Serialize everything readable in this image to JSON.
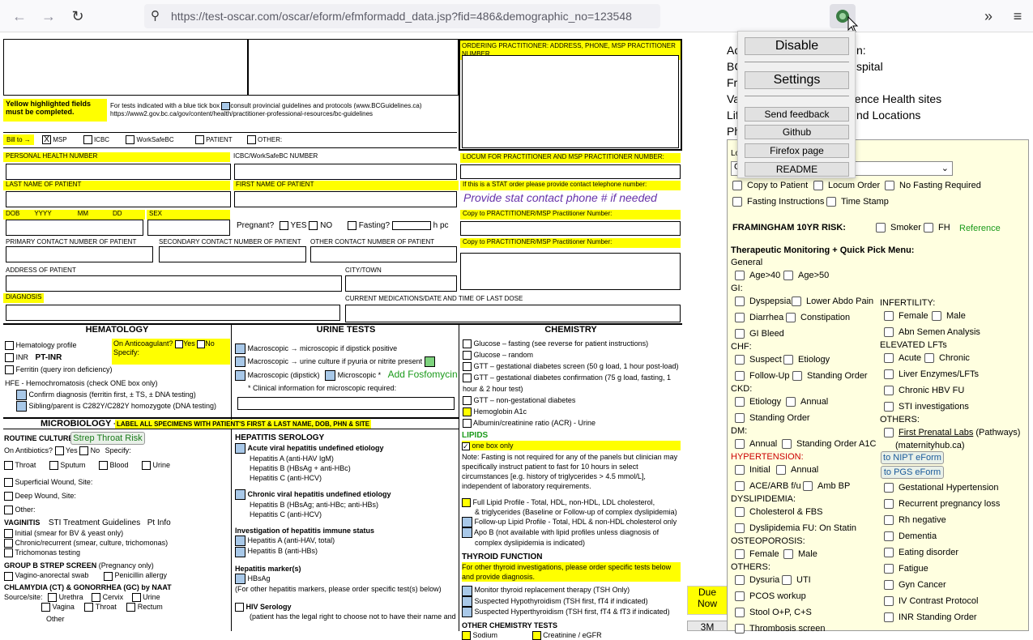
{
  "browser": {
    "url": "https://test-oscar.com/oscar/eform/efmformadd_data.jsp?fid=486&demographic_no=123548"
  },
  "popup": {
    "disable": "Disable",
    "settings": "Settings",
    "send_feedback": "Send feedback",
    "github": "Github",
    "firefox_page": "Firefox page",
    "readme": "README"
  },
  "behind": {
    "l1": "Ac",
    "l1b": "n:",
    "l2": "BC",
    "l2b": "spital",
    "l3": "Fr",
    "l4": "Va",
    "l4b": "dence Health sites",
    "l5": "Lif",
    "l5b": "nd Locations",
    "l6": "Ph",
    "l7": "Lo",
    "l7b": "C"
  },
  "form": {
    "ordering": "ORDERING PRACTITIONER: ADDRESS, PHONE, MSP PRACTITIONER NUMBER",
    "yellow_note": "Yellow highlighted fields must be completed.",
    "blue_tick1": "For tests indicated with a blue tick box",
    "blue_tick2": "consult provincial guidelines and protocols (www.BCGuidelines.ca)",
    "blue_tick3": "https://www2.gov.bc.ca/gov/content/health/practitioner-professional-resources/bc-guidelines",
    "bill_to": "Bill to →",
    "msp": "MSP",
    "icbc": "ICBC",
    "wsbc": "WorkSafeBC",
    "patient": "PATIENT",
    "other": "OTHER:",
    "phn": "PERSONAL HEALTH NUMBER",
    "icbc_no": "ICBC/WorkSafeBC NUMBER",
    "locum": "LOCUM FOR PRACTITIONER AND MSP PRACTITIONER NUMBER:",
    "last": "LAST NAME OF PATIENT",
    "first": "FIRST NAME OF PATIENT",
    "stat": "If this is a STAT order please provide contact telephone number:",
    "stat_ph": "Provide stat contact phone # if needed",
    "dob": "DOB",
    "yyyy": "YYYY",
    "mm": "MM",
    "dd": "DD",
    "sex": "SEX",
    "pregnant": "Pregnant?",
    "yes": "YES",
    "no": "NO",
    "fasting": "Fasting?",
    "hpc": "h pc",
    "copy1": "Copy to PRACTITIONER/MSP Practitioner Number:",
    "copy2": "Copy to PRACTITIONER/MSP Practitioner Number:",
    "primary": "PRIMARY CONTACT NUMBER OF PATIENT",
    "secondary": "SECONDARY CONTACT NUMBER OF PATIENT",
    "other_contact": "OTHER CONTACT NUMBER OF PATIENT",
    "address": "ADDRESS OF PATIENT",
    "city": "CITY/TOWN",
    "diagnosis": "DIAGNOSIS",
    "meds": "CURRENT MEDICATIONS/DATE AND TIME OF LAST DOSE",
    "hematology": "HEMATOLOGY",
    "urine": "URINE TESTS",
    "chemistry": "CHEMISTRY",
    "heme_profile": "Hematology profile",
    "inr": "INR",
    "pt_inr": "PT-INR",
    "ferritin": "Ferritin (query iron deficiency)",
    "anticoag": "On Anticoagulant?",
    "ac_yes": "Yes",
    "ac_no": "No",
    "specify": "Specify:",
    "hfe": "HFE - Hemochromatosis (check ONE box only)",
    "hfe1": "Confirm diagnosis (ferritin first, ± TS, ± DNA testing)",
    "hfe2": "Sibling/parent is C282Y/C282Y homozygote (DNA testing)",
    "u1": "Macroscopic → microscopic if dipstick positive",
    "u2": "Macroscopic → urine culture if pyuria or nitrite present",
    "u3": "Macroscopic (dipstick)",
    "u3b": "Microscopic *",
    "fosfo": "Add Fosfomycin",
    "uclin": "* Clinical information for microscopic required:",
    "c1": "Glucose – fasting (see reverse for patient instructions)",
    "c2": "Glucose – random",
    "c3": "GTT – gestational diabetes screen (50 g load, 1 hour post-load)",
    "c4": "GTT – gestational diabetes confirmation (75 g load, fasting, 1 hour & 2 hour test)",
    "c5": "GTT – non-gestational diabetes",
    "c6": "Hemoglobin A1c",
    "c7": "Albumin/creatinine ratio (ACR) - Urine",
    "micro": "MICROBIOLOGY –",
    "micro_lbl": "LABEL ALL SPECIMENS WITH PATIENT'S FIRST & LAST NAME, DOB, PHN & SITE",
    "routine": "ROUTINE CULTURE",
    "strep": "Strep Throat Risk",
    "antibiotics": "On Antibiotics?",
    "ab_yes": "Yes",
    "ab_no": "No",
    "ab_specify": "Specify:",
    "throat": "Throat",
    "sputum": "Sputum",
    "blood": "Blood",
    "urine_c": "Urine",
    "superficial": "Superficial Wound, Site:",
    "deep": "Deep Wound, Site:",
    "other_site": "Other:",
    "vaginitis": "VAGINITIS",
    "sti": "STI Treatment Guidelines",
    "ptinfo": "Pt Info",
    "v1": "Initial (smear for BV & yeast only)",
    "v2": "Chronic/recurrent (smear, culture, trichomonas)",
    "v3": "Trichomonas testing",
    "gbs": "GROUP B STREP SCREEN",
    "gbs2": "(Pregnancy only)",
    "gbs_a": "Vagino-anorectal swab",
    "gbs_b": "Penicillin allergy",
    "ctgc": "CHLAMYDIA (CT) & GONORRHEA (GC) by NAAT",
    "source": "Source/site:",
    "urethra": "Urethra",
    "cervix": "Cervix",
    "urine2": "Urine",
    "vagina": "Vagina",
    "throat2": "Throat",
    "rectum": "Rectum",
    "other2": "Other",
    "hep": "HEPATITIS  SEROLOGY",
    "hep_acute": "Acute viral hepatitis undefined etiology",
    "hepA": "Hepatitis A (anti-HAV IgM)",
    "hepB": "Hepatitis B (HBsAg + anti-HBc)",
    "hepC": "Hepatitis C (anti-HCV)",
    "hep_chronic": "Chronic viral hepatitis undefined etiology",
    "hepB2": "Hepatitis B (HBsAg; anti-HBc; anti-HBs)",
    "hepC2": "Hepatitis C (anti-HCV)",
    "immune": "Investigation of hepatitis immune status",
    "immA": "Hepatitis A (anti-HAV, total)",
    "immB": "Hepatitis B (anti-HBs)",
    "markers": "Hepatitis marker(s)",
    "hbsag": "HBsAg",
    "markers_note": "(For other hepatitis markers, please order specific test(s) below)",
    "hiv": "HIV Serology",
    "hiv_note": "(patient has the legal right to choose not to have their name and",
    "lipids": "LIPIDS",
    "one_box": "one box only",
    "lipid_note": "Note: Fasting is not required for any of the panels but clinician may specifically instruct patient to fast for 10 hours in select circumstances [e.g. history of triglycerides > 4.5 mmol/L], independent of laboratory requirements.",
    "full_lipid": "Full Lipid Profile - Total, HDL, non-HDL, LDL cholesterol,",
    "full_lipid2": "& triglycerides (Baseline or Follow-up of complex dyslipidemia)",
    "fu_lipid": "Follow-up Lipid Profile - Total, HDL & non-HDL cholesterol only",
    "apob": "Apo B (not available with lipid profiles unless diagnosis of",
    "apob2": "complex dyslipidemia is indicated)",
    "thyroid": "THYROID FUNCTION",
    "thyroid_note": "For other thyroid investigations, please order specific tests below and provide diagnosis.",
    "t1": "Monitor thyroid replacement therapy (TSH Only)",
    "t2": "Suspected Hypothyroidism (TSH first, fT4 if indicated)",
    "t3": "Suspected Hyperthyroidism (TSH first, fT4 & fT3 if indicated)",
    "other_chem": "OTHER CHEMISTRY TESTS",
    "sodium": "Sodium",
    "creat": "Creatinine / eGFR",
    "due_now": "Due Now",
    "threem": "3M"
  },
  "panel": {
    "copy_patient": "Copy to Patient",
    "locum_order": "Locum Order",
    "no_fasting": "No Fasting Required",
    "fasting_instr": "Fasting Instructions",
    "timestamp": "Time Stamp",
    "framingham": "FRAMINGHAM 10YR RISK:",
    "smoker": "Smoker",
    "fh": "FH",
    "reference": "Reference",
    "therapeutic": "Therapeutic Monitoring + Quick Pick Menu:",
    "general": "General",
    "age40": "Age>40",
    "age50": "Age>50",
    "gi": "GI:",
    "dyspepsia": "Dyspepsia",
    "lower_abdo": "Lower Abdo Pain",
    "diarrhea": "Diarrhea",
    "constipation": "Constipation",
    "gi_bleed": "GI Bleed",
    "chf": "CHF:",
    "suspect": "Suspect",
    "etiology": "Etiology",
    "followup": "Follow-Up",
    "standing": "Standing Order",
    "ckd": "CKD:",
    "ckd_etiology": "Etiology",
    "annual": "Annual",
    "ckd_standing": "Standing Order",
    "dm": "DM:",
    "dm_annual": "Annual",
    "dm_standing": "Standing Order A1C",
    "hypertension": "HYPERTENSION:",
    "ht_initial": "Initial",
    "ht_annual": "Annual",
    "acearb": "ACE/ARB f/u",
    "ambbp": "Amb BP",
    "dyslipidemia": "DYSLIPIDEMIA:",
    "chol_fbs": "Cholesterol & FBS",
    "dys_fu": "Dyslipidemia FU: On Statin",
    "osteo": "OSTEOPOROSIS:",
    "ost_female": "Female",
    "ost_male": "Male",
    "others": "OTHERS:",
    "dysuria": "Dysuria",
    "uti": "UTI",
    "pcos": "PCOS workup",
    "stool": "Stool O+P, C+S",
    "thrombosis": "Thrombosis screen",
    "infertility": "INFERTILITY:",
    "inf_female": "Female",
    "inf_male": "Male",
    "semen": "Abn Semen Analysis",
    "elevated_lfts": "ELEVATED LFTs",
    "acute": "Acute",
    "chronic": "Chronic",
    "liver": "Liver Enzymes/LFTs",
    "hbv": "Chronic HBV FU",
    "sti": "STI investigations",
    "others2": "OTHERS:",
    "prenatal": "First Prenatal Labs",
    "pathways": "(Pathways)",
    "maternity": "(maternityhub.ca)",
    "nipt": "to NIPT eForm",
    "pgs": "to PGS eForm",
    "gest_ht": "Gestational Hypertension",
    "recurrent": "Recurrent pregnancy loss",
    "rh": "Rh negative",
    "dementia": "Dementia",
    "eating": "Eating disorder",
    "fatigue": "Fatigue",
    "gyn": "Gyn Cancer",
    "iv": "IV Contrast Protocol",
    "inr_so": "INR Standing Order"
  }
}
